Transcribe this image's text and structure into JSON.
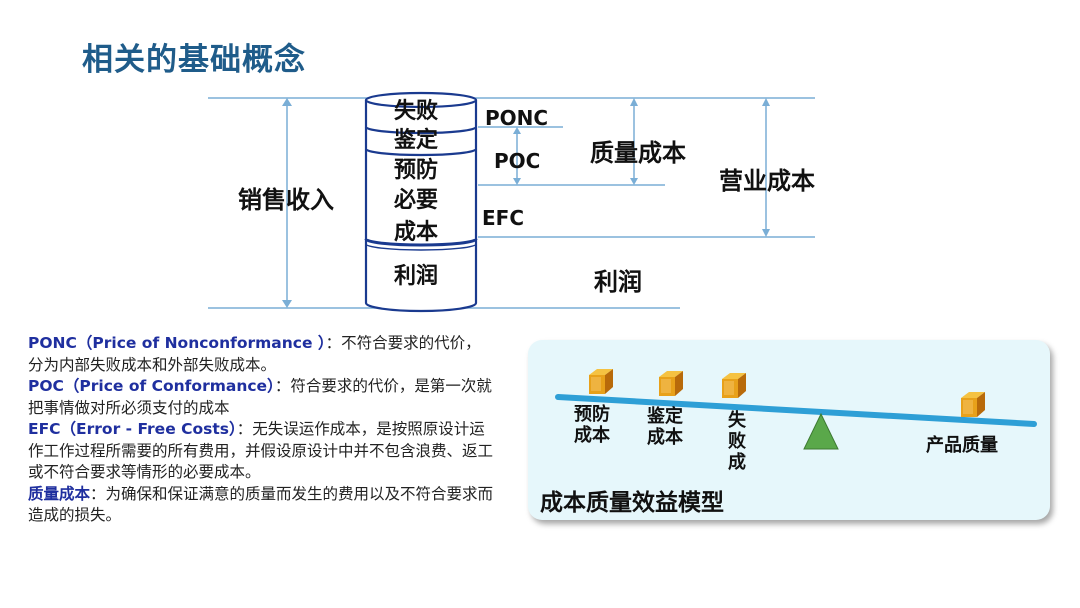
{
  "title": "相关的基础概念",
  "diagram": {
    "cylinder_labels": [
      "失败",
      "鉴定",
      "预防",
      "必要",
      "成本",
      "利润"
    ],
    "abbr": {
      "ponc": "PONC",
      "poc": "POC",
      "efc": "EFC"
    },
    "left_label": "销售收入",
    "quality_cost": "质量成本",
    "operating_cost": "营业成本",
    "profit": "利润",
    "colors": {
      "lines": "#7aaed6",
      "cylinder_stroke": "#1a3a8f",
      "arrows": "#7aaed6"
    }
  },
  "notes": [
    {
      "term": "PONC（Price of Nonconformance ）",
      "text": "：不符合要求的代价，分为内部失败成本和外部失败成本。"
    },
    {
      "term": "POC（Price of Conformance）",
      "text": "：符合要求的代价，是第一次就把事情做对所必须支付的成本"
    },
    {
      "term": "EFC（Error - Free Costs）",
      "text": "：无失误运作成本，是按照原设计运作工作过程所需要的所有费用，并假设原设计中并不包含浪费、返工或不符合要求等情形的必要成本。"
    },
    {
      "term": "质量成本",
      "text": "：为确保和保证满意的质量而发生的费用以及不符合要求而造成的损失。"
    }
  ],
  "model": {
    "title": "成本质量效益模型",
    "labels": {
      "prevention": "预防成本",
      "appraisal": "鉴定成本",
      "failure": "失败成",
      "quality": "产品质量"
    },
    "colors": {
      "panel": "#e6f7fb",
      "beam": "#2e9fd6",
      "fulcrum": "#5aa84a",
      "cube": "#e8a11a"
    }
  }
}
